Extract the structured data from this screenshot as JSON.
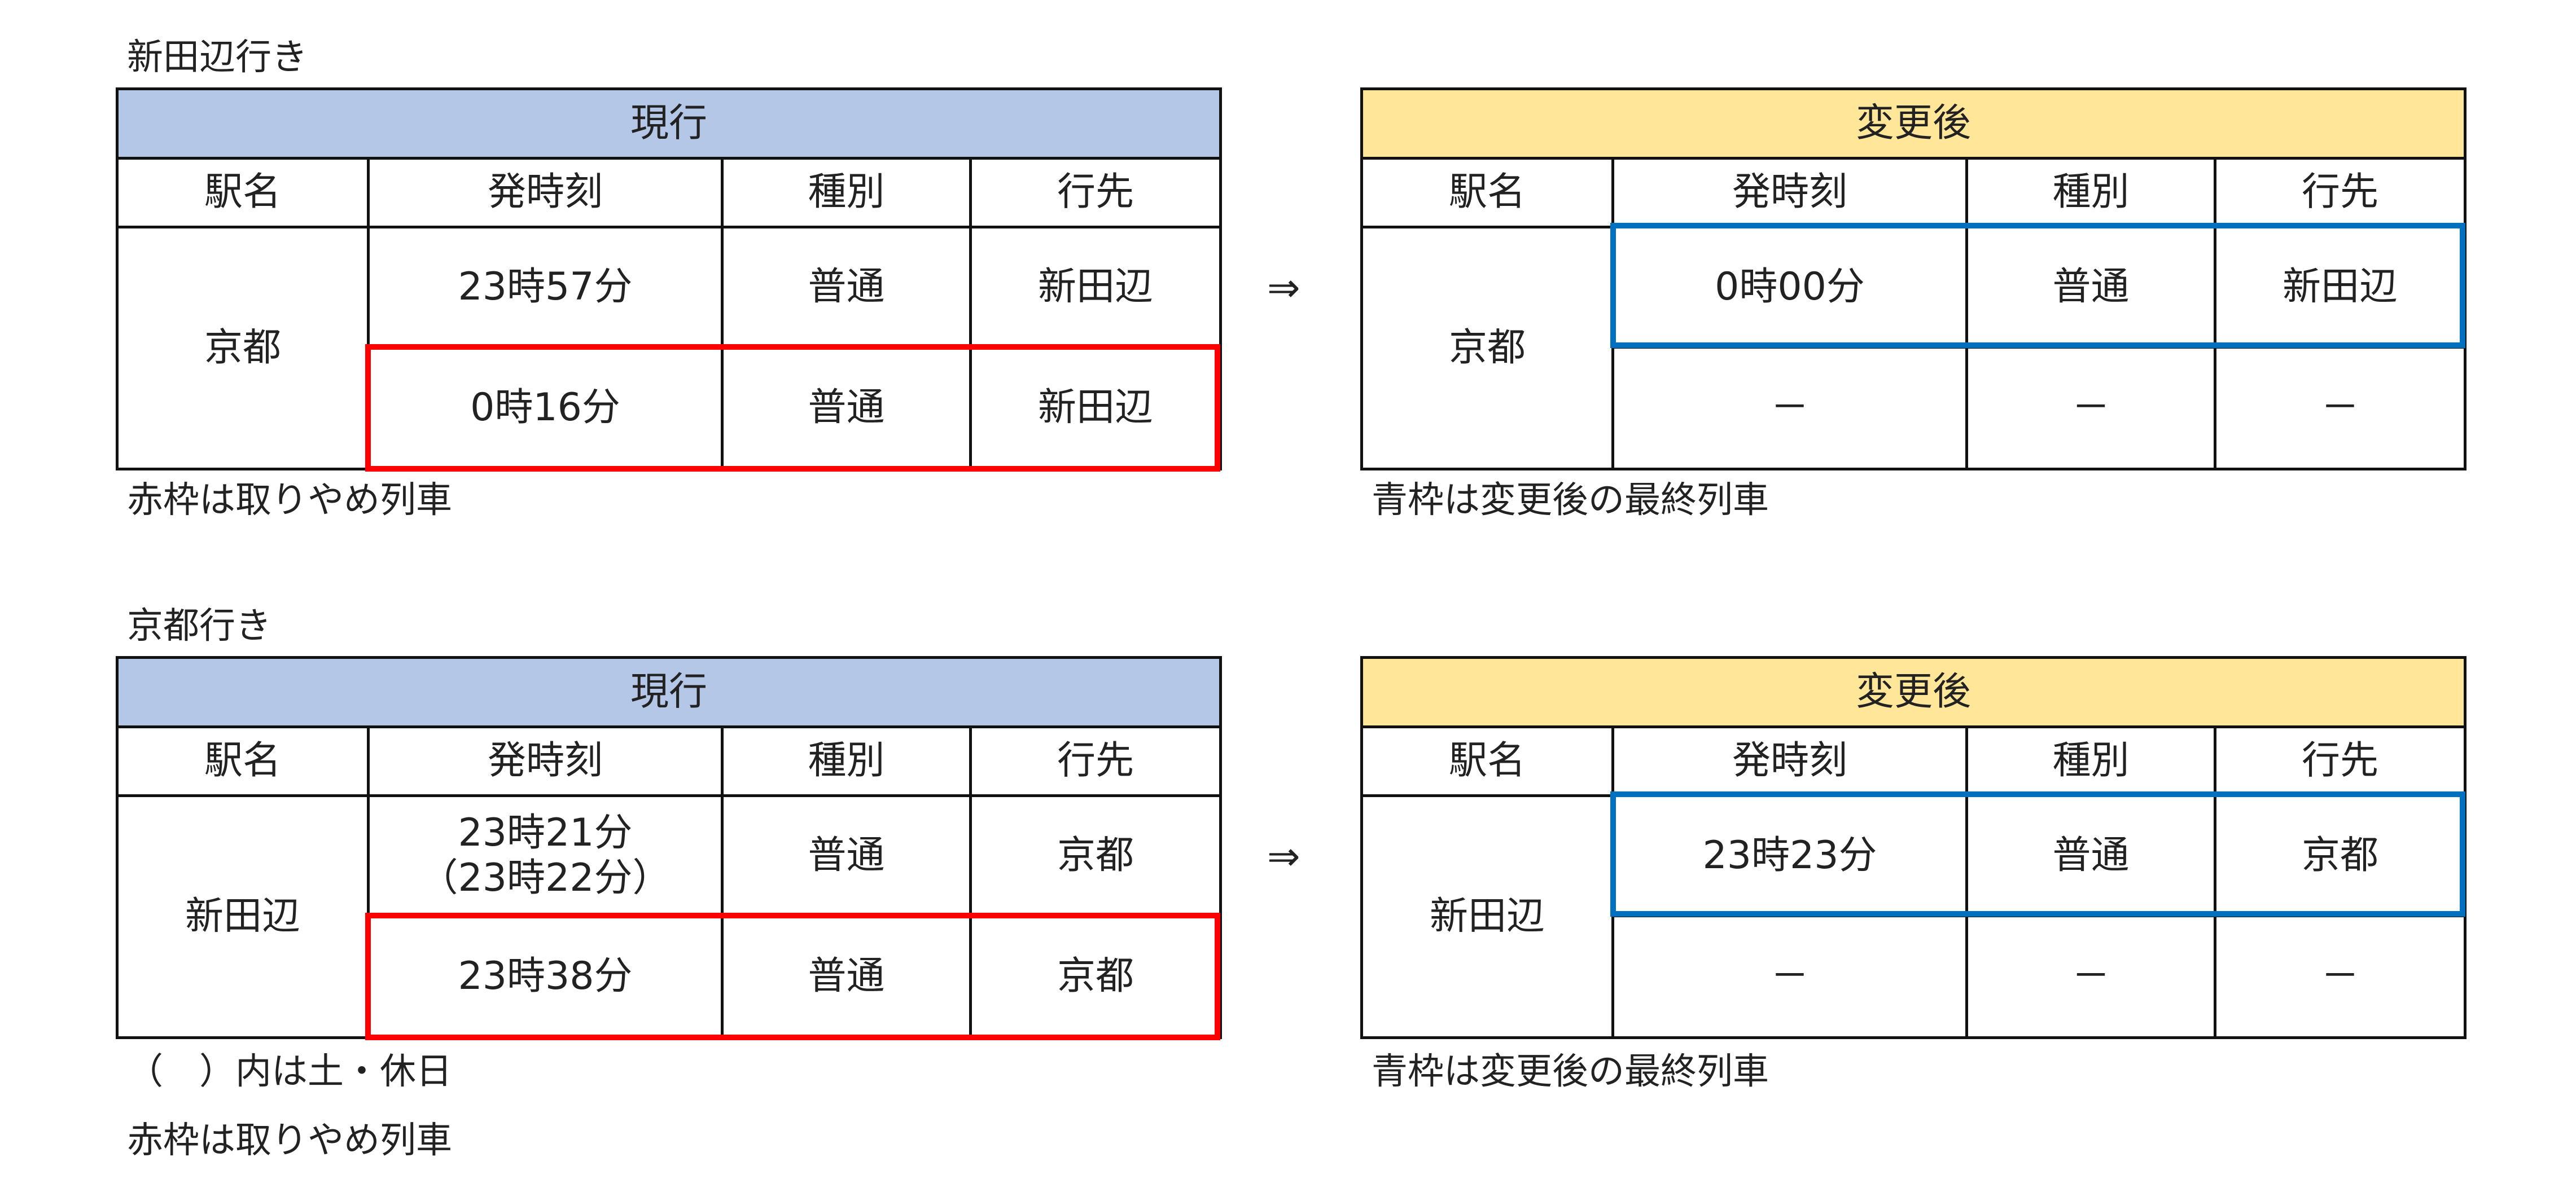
{
  "labels": {
    "current": "現行",
    "changed": "変更後",
    "station": "駅名",
    "departure": "発時刻",
    "type": "種別",
    "destination": "行先",
    "arrow": "⇒",
    "dash": "－"
  },
  "sections": [
    {
      "title": "新田辺行き",
      "station": "京都",
      "current_rows": [
        {
          "time": "23時57分",
          "type": "普通",
          "dest": "新田辺"
        },
        {
          "time": "0時16分",
          "type": "普通",
          "dest": "新田辺"
        }
      ],
      "changed_rows": [
        {
          "time": "0時00分",
          "type": "普通",
          "dest": "新田辺"
        }
      ],
      "notes_left": [
        "赤枠は取りやめ列車"
      ],
      "note_right": "青枠は変更後の最終列車"
    },
    {
      "title": "京都行き",
      "station": "新田辺",
      "current_rows": [
        {
          "time": "23時21分",
          "time_sub": "（23時22分）",
          "type": "普通",
          "dest": "京都"
        },
        {
          "time": "23時38分",
          "type": "普通",
          "dest": "京都"
        }
      ],
      "changed_rows": [
        {
          "time": "23時23分",
          "type": "普通",
          "dest": "京都"
        }
      ],
      "notes_left": [
        "（　）内は土・休日",
        "赤枠は取りやめ列車"
      ],
      "note_right": "青枠は変更後の最終列車"
    }
  ],
  "colors": {
    "current_header": "#b4c7e7",
    "changed_header": "#ffe699",
    "cancelled_frame": "#ff0000",
    "last_train_frame": "#0070c0"
  }
}
